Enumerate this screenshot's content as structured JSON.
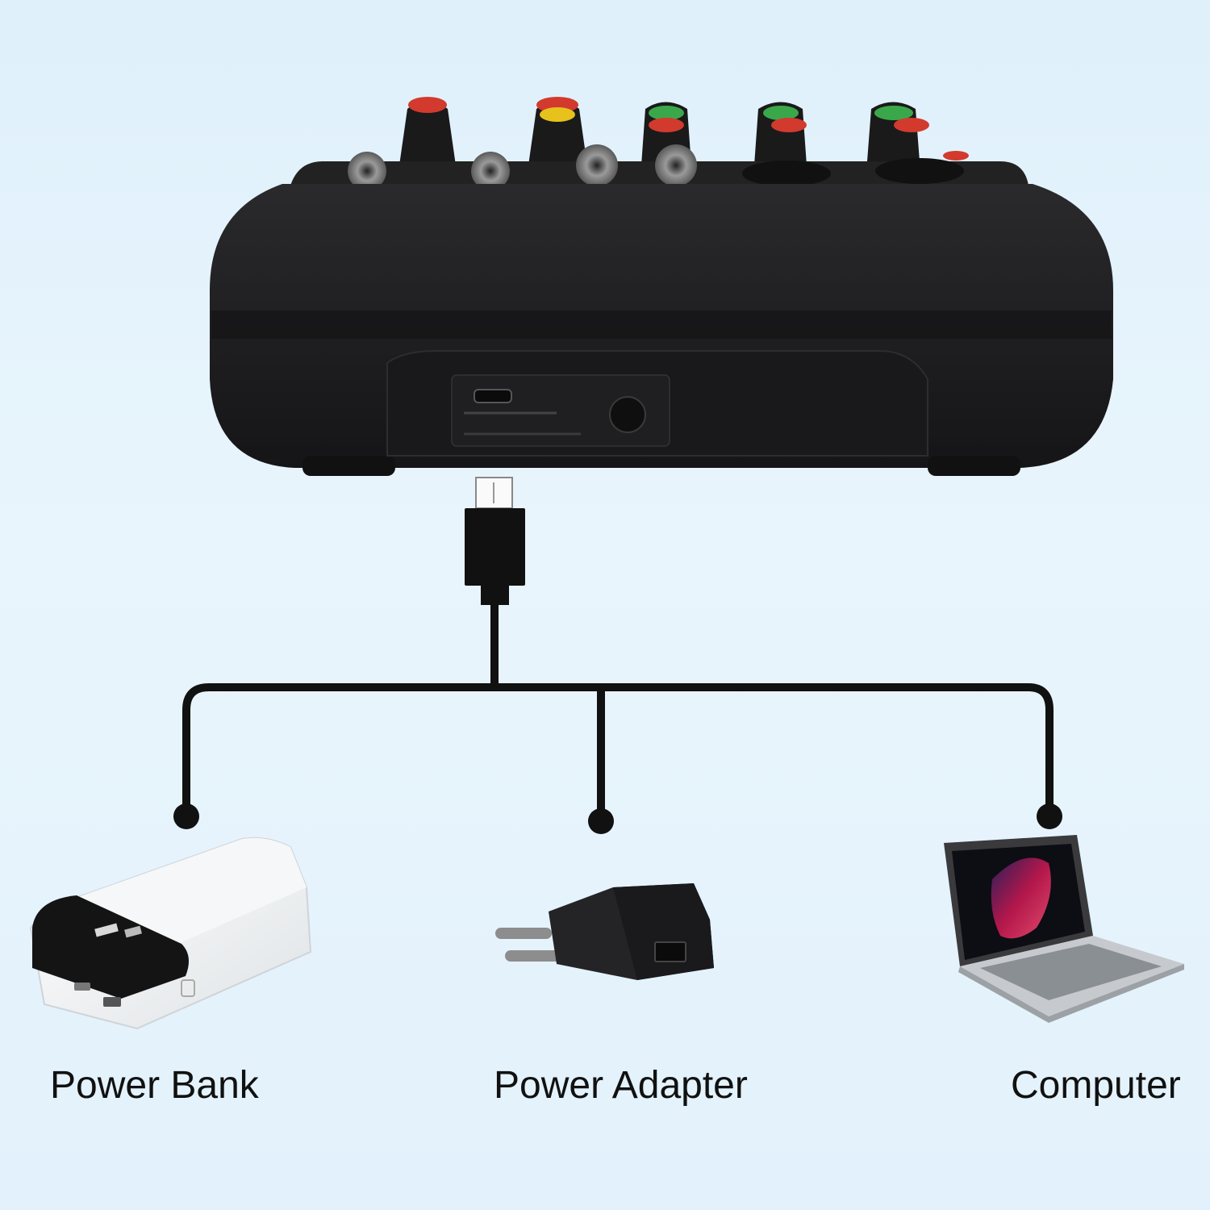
{
  "labels": {
    "power_bank": "Power Bank",
    "power_adapter": "Power Adapter",
    "computer": "Computer"
  },
  "colors": {
    "mixer_body": "#1c1c1e",
    "cable": "#111111",
    "knob_red": "#d23a2e",
    "knob_yellow": "#e7c21c",
    "knob_green": "#3aa84a"
  },
  "icons": [
    "audio-mixer-icon",
    "micro-usb-connector-icon",
    "power-bank-icon",
    "power-adapter-icon",
    "laptop-icon"
  ]
}
